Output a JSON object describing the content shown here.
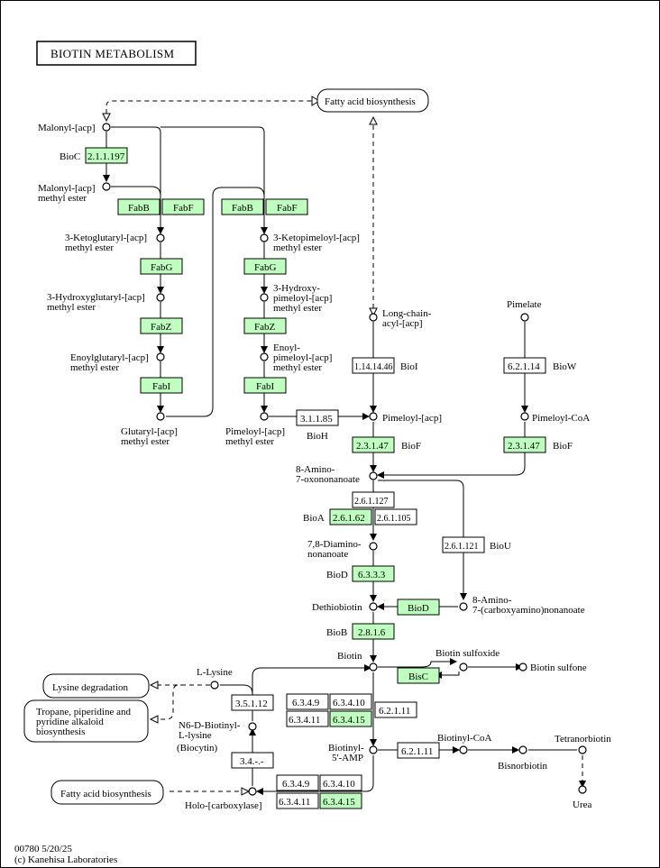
{
  "title": "BIOTIN METABOLISM",
  "footer": {
    "code_date": "00780 5/20/25",
    "copyright": "(c) Kanehisa Laboratories"
  },
  "colors": {
    "enzyme_present": "#bfffbf",
    "enzyme_absent": "#ffffff",
    "line": "#000000"
  },
  "maps": {
    "fatty_acid_top": "Fatty acid biosynthesis",
    "lysine_degradation": "Lysine degradation",
    "tropane": [
      "Tropane, piperidine and",
      "pyridine alkaloid",
      "biosynthesis"
    ],
    "fatty_acid_bottom": "Fatty acid biosynthesis"
  },
  "compounds": {
    "malonyl_acp": "Malonyl-[acp]",
    "malonyl_acp_me": [
      "Malonyl-[acp]",
      "methyl ester"
    ],
    "ketoglutaryl": [
      "3-Ketoglutaryl-[acp]",
      "methyl ester"
    ],
    "hydroxyglutaryl": [
      "3-Hydroxyglutaryl-[acp]",
      "methyl ester"
    ],
    "enoylglutaryl": [
      "Enoylglutaryl-[acp]",
      "methyl ester"
    ],
    "glutaryl": [
      "Glutaryl-[acp]",
      "methyl ester"
    ],
    "ketopimeloyl": [
      "3-Ketopimeloyl-[acp]",
      "methyl ester"
    ],
    "hydroxypimeloyl": [
      "3-Hydroxy-",
      "pimeloyl-[acp]",
      "methyl ester"
    ],
    "enoylpimeloyl": [
      "Enoyl-",
      "pimeloyl-[acp]",
      "methyl ester"
    ],
    "pimeloyl_acp_me": [
      "Pimeloyl-[acp]",
      "methyl ester"
    ],
    "longchain": [
      "Long-chain-",
      "acyl-[acp]"
    ],
    "pimeloyl_acp": "Pimeloyl-[acp]",
    "pimelate": "Pimelate",
    "pimeloyl_coa": "Pimeloyl-CoA",
    "amino_oxo": [
      "8-Amino-",
      "7-oxononanoate"
    ],
    "diamino": [
      "7,8-Diamino-",
      "nonanoate"
    ],
    "carboxyamino": [
      "8-Amino-",
      "7-(carboxyamino)nonanoate"
    ],
    "dethiobiotin": "Dethiobiotin",
    "biotin": "Biotin",
    "biotin_sulfoxide": "Biotin sulfoxide",
    "biotin_sulfone": "Biotin sulfone",
    "l_lysine": "L-Lysine",
    "biocytin": [
      "N6-D-Biotinyl-",
      "L-lysine",
      "(Biocytin)"
    ],
    "biotinyl_amp": [
      "Biotinyl-",
      "5'-AMP"
    ],
    "biotinyl_coa": "Biotinyl-CoA",
    "bisnorbiotin": "Bisnorbiotin",
    "tetranorbiotin": "Tetranorbiotin",
    "urea": "Urea",
    "holo_carboxylase": "Holo-[carboxylase]"
  },
  "enzymes": {
    "e_2_1_1_197": "2.1.1.197",
    "fabB_left": "FabB",
    "fabF_left": "FabF",
    "fabB_right": "FabB",
    "fabF_right": "FabF",
    "fabG_left": "FabG",
    "fabZ_left": "FabZ",
    "fabI_left": "FabI",
    "fabG_right": "FabG",
    "fabZ_right": "FabZ",
    "fabI_right": "FabI",
    "e_1_14_14_46": "1.14.14.46",
    "e_3_1_1_85": "3.1.1.85",
    "e_6_2_1_14": "6.2.1.14",
    "e_2_3_1_47_left": "2.3.1.47",
    "e_2_3_1_47_right": "2.3.1.47",
    "e_2_6_1_127": "2.6.1.127",
    "e_2_6_1_62": "2.6.1.62",
    "e_2_6_1_105": "2.6.1.105",
    "e_2_6_1_121": "2.6.1.121",
    "e_6_3_3_3": "6.3.3.3",
    "bioD": "BioD",
    "e_2_8_1_6": "2.8.1.6",
    "bisC": "BisC",
    "e_3_5_1_12": "3.5.1.12",
    "e_3_4": "3.4.-.-",
    "e_6_3_4_9_a": "6.3.4.9",
    "e_6_3_4_10_a": "6.3.4.10",
    "e_6_3_4_11_a": "6.3.4.11",
    "e_6_3_4_15_a": "6.3.4.15",
    "e_6_2_1_11_a": "6.2.1.11",
    "e_6_2_1_11_b": "6.2.1.11",
    "e_6_3_4_9_b": "6.3.4.9",
    "e_6_3_4_10_b": "6.3.4.10",
    "e_6_3_4_11_b": "6.3.4.11",
    "e_6_3_4_15_b": "6.3.4.15"
  },
  "gene_labels": {
    "bioC": "BioC",
    "bioI": "BioI",
    "bioW": "BioW",
    "bioH": "BioH",
    "bioF_left": "BioF",
    "bioF_right": "BioF",
    "bioA": "BioA",
    "bioU": "BioU",
    "bioD": "BioD",
    "bioB": "BioB"
  }
}
